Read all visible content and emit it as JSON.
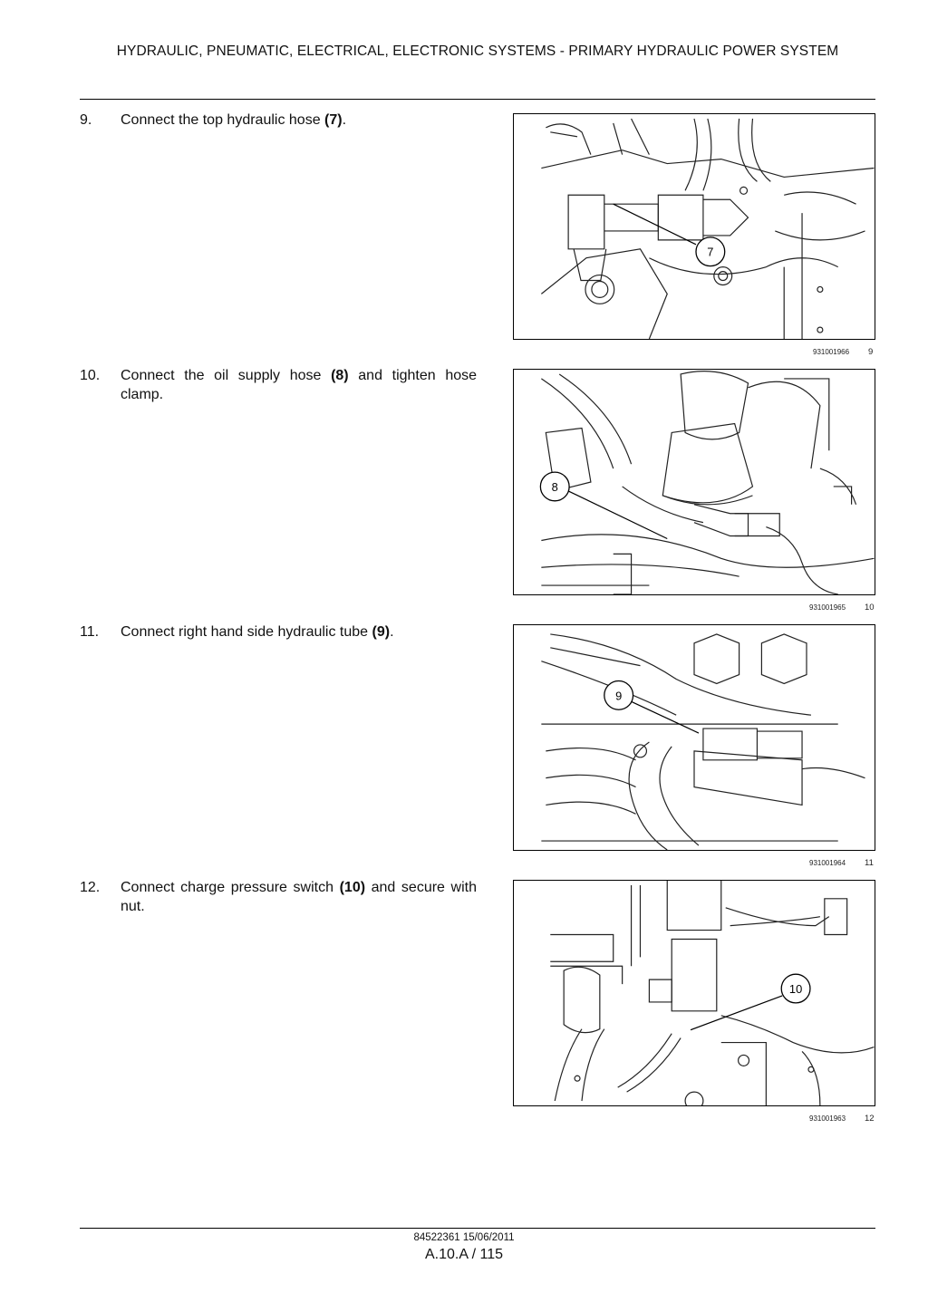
{
  "header": {
    "title": "HYDRAULIC, PNEUMATIC, ELECTRICAL, ELECTRONIC SYSTEMS - PRIMARY HYDRAULIC POWER SYSTEM"
  },
  "steps": [
    {
      "num": "9.",
      "text_before": "Connect the top hydraulic hose ",
      "ref": "(7)",
      "text_after": ".",
      "figure_id": "931001966",
      "figure_num": "9",
      "callout": "7"
    },
    {
      "num": "10.",
      "text_before": "Connect the oil supply hose ",
      "ref": "(8)",
      "text_after": " and tighten hose clamp.",
      "figure_id": "931001965",
      "figure_num": "10",
      "callout": "8"
    },
    {
      "num": "11.",
      "text_before": "Connect right hand side hydraulic tube ",
      "ref": "(9)",
      "text_after": ".",
      "figure_id": "931001964",
      "figure_num": "11",
      "callout": "9"
    },
    {
      "num": "12.",
      "text_before": "Connect charge pressure switch ",
      "ref": "(10)",
      "text_after": " and secure with nut.",
      "figure_id": "931001963",
      "figure_num": "12",
      "callout": "10"
    }
  ],
  "footer": {
    "doc": "84522361 15/06/2011",
    "page": "A.10.A / 115"
  }
}
